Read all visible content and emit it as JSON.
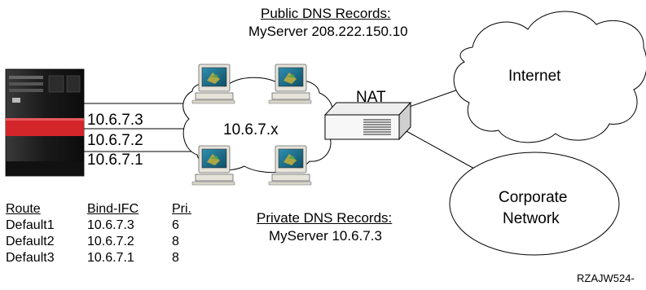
{
  "public_dns": {
    "title": "Public DNS Records:",
    "record": "MyServer  208.222.150.10"
  },
  "private_dns": {
    "title": "Private DNS Records:",
    "record": "MyServer  10.6.7.3"
  },
  "server_interfaces": [
    "10.6.7.3",
    "10.6.7.2",
    "10.6.7.1"
  ],
  "lan_label": "10.6.7.x",
  "nat_label": "NAT",
  "clouds": {
    "internet": "Internet",
    "corporate_line1": "Corporate",
    "corporate_line2": "Network"
  },
  "route_table": {
    "headers": [
      "Route",
      "Bind-IFC",
      "Pri."
    ],
    "rows": [
      [
        "Default1",
        "10.6.7.3",
        "6"
      ],
      [
        "Default2",
        "10.6.7.2",
        "8"
      ],
      [
        "Default3",
        "10.6.7.1",
        "8"
      ]
    ]
  },
  "figure_id": "RZAJW524-",
  "colors": {
    "server_body": "#1c1c1c",
    "server_band": "#d2262a",
    "monitor_screen": "#1f6f8c",
    "pc_beige": "#e6e3da",
    "nat_box": "#f4f4f4"
  },
  "icons": {
    "server": "iseries-server-icon",
    "workstation": "workstation-icon",
    "router": "nat-router-icon",
    "cloud": "cloud-icon"
  }
}
